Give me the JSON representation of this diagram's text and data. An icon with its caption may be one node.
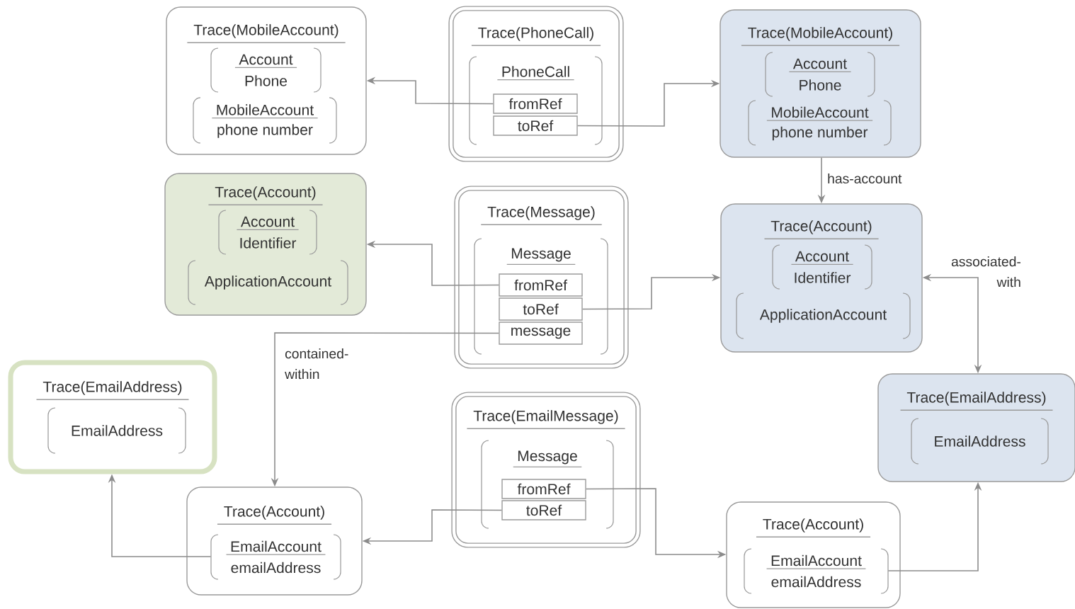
{
  "diagram": {
    "nodes": [
      {
        "text": [
          "Trace(MobileAccount)"
        ]
      },
      {
        "text": [
          "Account",
          "Phone"
        ],
        "in": 0
      },
      {
        "text": [
          "MobileAccount",
          "phone number"
        ],
        "in": 0
      },
      {
        "text": [
          "Trace(PhoneCall)"
        ]
      },
      {
        "text": [
          "PhoneCall"
        ],
        "in": 3
      },
      {
        "text": [
          "fromRef"
        ],
        "in": 4
      },
      {
        "text": [
          "toRef"
        ],
        "in": 4
      },
      {
        "text": [
          "Trace(MobileAccount)"
        ]
      },
      {
        "text": [
          "Account",
          "Phone"
        ],
        "in": 7
      },
      {
        "text": [
          "MobileAccount",
          "phone number"
        ],
        "in": 7
      },
      {
        "text": [
          "Trace(Account)"
        ]
      },
      {
        "text": [
          "Account",
          "Identifier"
        ],
        "in": 10
      },
      {
        "text": [
          "ApplicationAccount"
        ],
        "in": 10
      },
      {
        "text": [
          "Trace(Message)"
        ]
      },
      {
        "text": [
          "Message"
        ],
        "in": 13
      },
      {
        "text": [
          "fromRef"
        ],
        "in": 14
      },
      {
        "text": [
          "toRef"
        ],
        "in": 14
      },
      {
        "text": [
          "message"
        ],
        "in": 14
      },
      {
        "text": [
          "Trace(Account)"
        ]
      },
      {
        "text": [
          "Account",
          "Identifier"
        ],
        "in": 18
      },
      {
        "text": [
          "ApplicationAccount"
        ],
        "in": 18
      },
      {
        "text": [
          "Trace(EmailAddress)"
        ]
      },
      {
        "text": [
          "EmailAddress"
        ],
        "in": 21
      },
      {
        "text": [
          "Trace(EmailMessage)"
        ]
      },
      {
        "text": [
          "Message"
        ],
        "in": 23
      },
      {
        "text": [
          "fromRef"
        ],
        "in": 24
      },
      {
        "text": [
          "toRef"
        ],
        "in": 24
      },
      {
        "text": [
          "Trace(EmailAddress)"
        ]
      },
      {
        "text": [
          "EmailAddress"
        ],
        "in": 27
      },
      {
        "text": [
          "Trace(Account)"
        ]
      },
      {
        "text": [
          "EmailAccount",
          "emailAddress"
        ],
        "in": 29
      },
      {
        "text": [
          "Trace(Account)"
        ]
      },
      {
        "text": [
          "EmailAccount",
          "emailAddress"
        ],
        "in": 31
      }
    ],
    "edges": [
      {
        "from": 5,
        "to": 0,
        "arrow": "to"
      },
      {
        "from": 6,
        "to": 7,
        "arrow": "to"
      },
      {
        "from": 7,
        "to": 18,
        "arrow": "to",
        "label": "has-account"
      },
      {
        "from": 15,
        "to": 10,
        "arrow": "to"
      },
      {
        "from": 16,
        "to": 18,
        "arrow": "to"
      },
      {
        "from": 17,
        "to": 29,
        "arrow": "to",
        "label": "contained-within"
      },
      {
        "from": 18,
        "to": 27,
        "arrow": "both",
        "label": "associated-with"
      },
      {
        "from": 26,
        "to": 29,
        "arrow": "to"
      },
      {
        "from": 25,
        "to": 31,
        "arrow": "to"
      },
      {
        "from": 30,
        "to": 21,
        "arrow": "to"
      },
      {
        "from": 32,
        "to": 27,
        "arrow": "to"
      }
    ]
  }
}
